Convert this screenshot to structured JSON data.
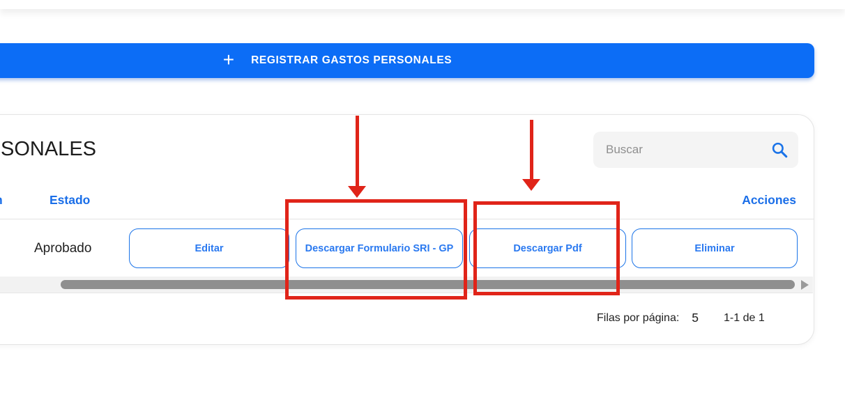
{
  "colors": {
    "primary_blue": "#0c6df6",
    "link_blue": "#1a6ee8",
    "annotation_red": "#e02419",
    "scrollbar_thumb_gray": "#8f8f8f"
  },
  "register_button": {
    "icon": "plus",
    "label": "REGISTRAR GASTOS PERSONALES"
  },
  "card": {
    "title_fragment": "SONALES",
    "search": {
      "placeholder": "Buscar",
      "icon": "search"
    },
    "table": {
      "header_fragment_left": "n",
      "header_estado": "Estado",
      "header_acciones": "Acciones",
      "row": {
        "estado": "Aprobado",
        "actions": [
          "Editar",
          "Descargar Formulario SRI - GP",
          "Descargar Pdf",
          "Eliminar"
        ]
      }
    },
    "pagination": {
      "rows_per_page_label": "Filas por página:",
      "rows_per_page_value": "5",
      "range_label": "1-1 de 1"
    }
  },
  "annotations": {
    "arrow_1_target": "Descargar Formulario SRI - GP",
    "arrow_2_target": "Descargar Pdf"
  }
}
